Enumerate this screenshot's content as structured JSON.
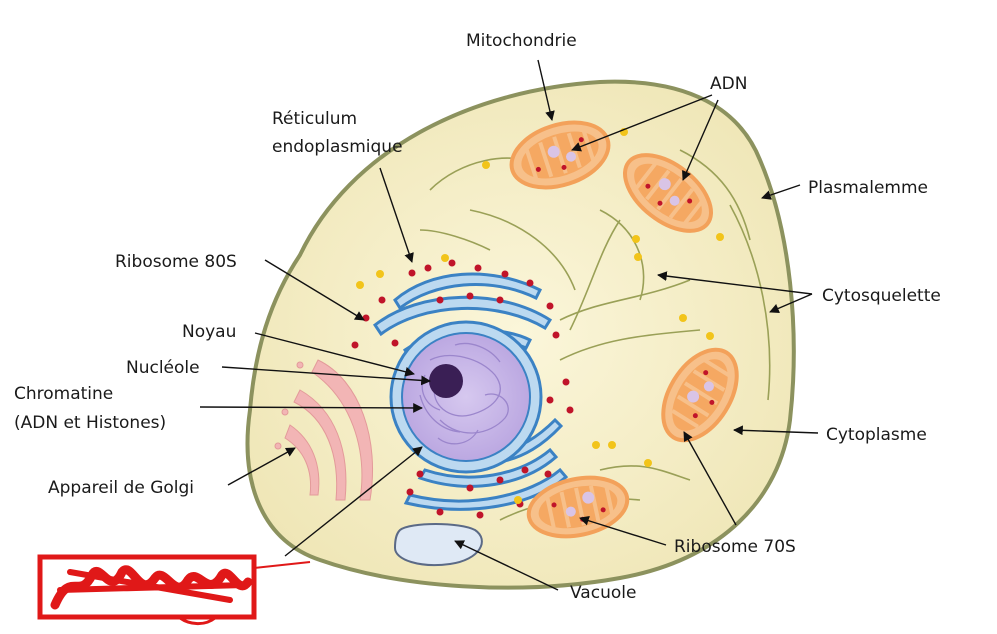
{
  "labels": {
    "mitochondrie": "Mitochondrie",
    "adn": "ADN",
    "reticulum_1": "Réticulum",
    "reticulum_2": "endoplasmique",
    "plasmalemme": "Plasmalemme",
    "ribosome80": "Ribosome 80S",
    "cytosquelette": "Cytosquelette",
    "noyau": "Noyau",
    "nucleole": "Nucléole",
    "chromatine_1": "Chromatine",
    "chromatine_2": "(ADN et Histones)",
    "cytoplasme": "Cytoplasme",
    "golgi": "Appareil de Golgi",
    "ribosome70": "Ribosome 70S",
    "vacuole": "Vacuole"
  },
  "colors": {
    "cytoplasm": "#f6f0c8",
    "membrane": "#8a8f5a",
    "mitochondria": "#f2a35a",
    "nucleus": "#c9b8e8",
    "er": "#4a90d9",
    "golgi": "#f0b4b4",
    "ribosome": "#c0142a",
    "granule": "#f2c41a",
    "watermark": "#e01818"
  }
}
